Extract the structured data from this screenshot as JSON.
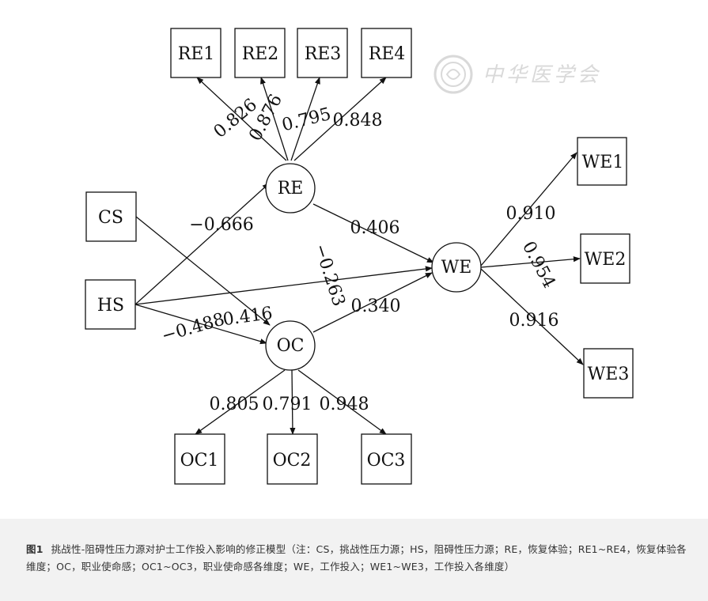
{
  "diagram": {
    "nodes": {
      "RE1": "RE1",
      "RE2": "RE2",
      "RE3": "RE3",
      "RE4": "RE4",
      "RE": "RE",
      "CS": "CS",
      "HS": "HS",
      "WE": "WE",
      "OC": "OC",
      "WE1": "WE1",
      "WE2": "WE2",
      "WE3": "WE3",
      "OC1": "OC1",
      "OC2": "OC2",
      "OC3": "OC3"
    },
    "coefficients": {
      "RE_RE1": "0.826",
      "RE_RE2": "0.876",
      "RE_RE3": "0.795",
      "RE_RE4": "0.848",
      "HS_RE": "−0.666",
      "RE_WE": "0.406",
      "HS_WE": "−0.263",
      "HS_OC": "−0.488",
      "CS_OC": "0.416",
      "OC_WE": "0.340",
      "WE_WE1": "0.910",
      "WE_WE2": "0.954",
      "WE_WE3": "0.916",
      "OC_OC1": "0.805",
      "OC_OC2": "0.791",
      "OC_OC3": "0.948"
    },
    "watermark": "中华医学会"
  },
  "caption": {
    "figure_number": "图1",
    "text": "挑战性-阻碍性压力源对护士工作投入影响的修正模型（注：CS，挑战性压力源；HS，阻碍性压力源；RE，恢复体验；RE1~RE4，恢复体验各维度；OC，职业使命感；OC1~OC3，职业使命感各维度；WE，工作投入；WE1~WE3，工作投入各维度）"
  }
}
